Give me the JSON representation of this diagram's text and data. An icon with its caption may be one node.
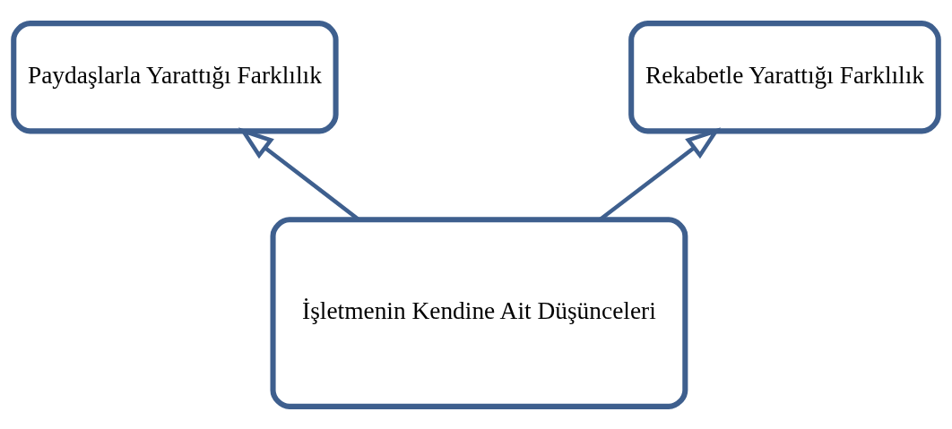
{
  "diagram": {
    "nodes": [
      {
        "text": [
          "Paydaşlarla Yarattığı Farklılık"
        ]
      },
      {
        "text": [
          "Rekabetle Yarattığı Farklılık"
        ]
      },
      {
        "text": [
          "İşletmenin Kendine Ait Düşünceleri"
        ]
      }
    ],
    "edges": [
      {
        "from": 2,
        "to": 0,
        "arrow": "to"
      },
      {
        "from": 2,
        "to": 1,
        "arrow": "to"
      }
    ]
  }
}
